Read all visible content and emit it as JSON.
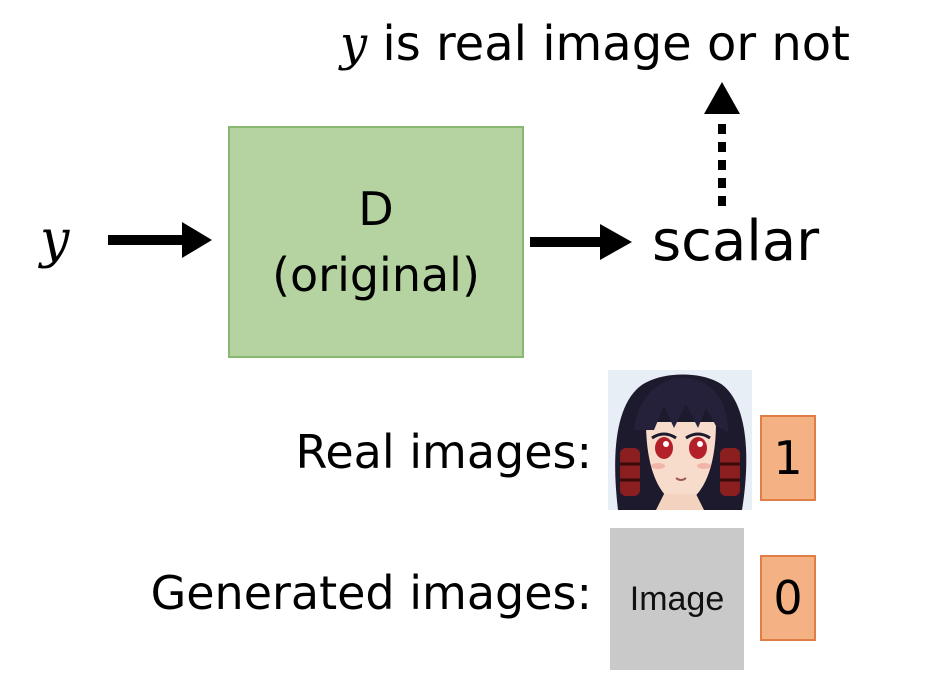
{
  "top_label": {
    "variable": "y",
    "text": " is real image or not"
  },
  "input_variable": "y",
  "discriminator": {
    "line1": "D",
    "line2": "(original)"
  },
  "output": "scalar",
  "rows": {
    "real": {
      "label": "Real images:",
      "score": "1"
    },
    "generated": {
      "label": "Generated images:",
      "placeholder": "Image",
      "score": "0"
    }
  },
  "colors": {
    "box_fill": "#b5d3a0",
    "box_border": "#8ab86e",
    "score_fill": "#f4b184",
    "score_border": "#e07f45",
    "placeholder_fill": "#c9c9c9"
  }
}
